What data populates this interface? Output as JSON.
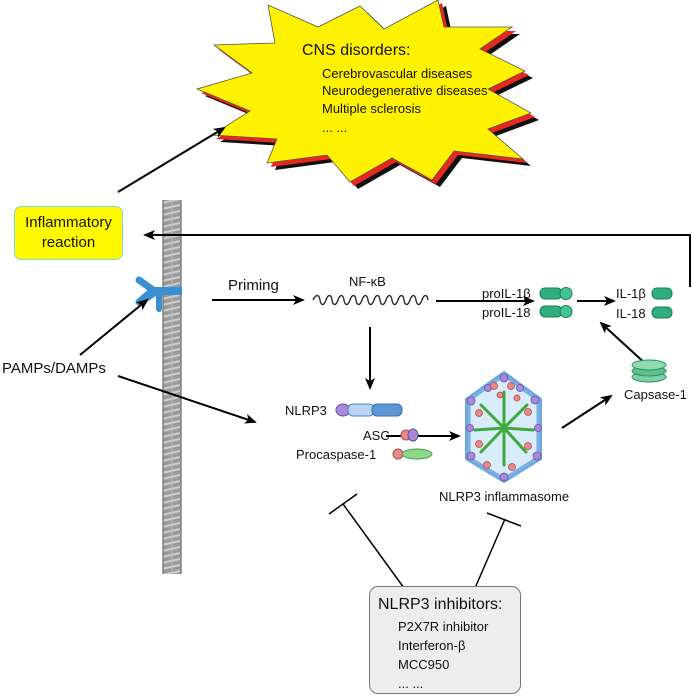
{
  "cns": {
    "title": "CNS disorders:",
    "items": [
      "Cerebrovascular diseases",
      "Neurodegenerative diseases",
      "Multiple sclerosis",
      "... ..."
    ]
  },
  "inflammatory_reaction": [
    "Inflammatory",
    "reaction"
  ],
  "pamps_damps": "PAMPs/DAMPs",
  "priming": "Priming",
  "nfkb": "NF-κB",
  "pro_il1b": "proIL-1β",
  "pro_il18": "proIL-18",
  "il1b": "IL-1β",
  "il18": "IL-18",
  "nlrp3": "NLRP3",
  "asc": "ASC",
  "procaspase1": "Procaspase-1",
  "inflammasome": "NLRP3 inflammasome",
  "capsase1": "Capsase-1",
  "inhibitors": {
    "title": "NLRP3 inhibitors:",
    "items": [
      "P2X7R inhibitor",
      "Interferon-β",
      "MCC950",
      "... ..."
    ]
  },
  "colors": {
    "burst_fill": "#fff200",
    "burst_red": "#e8281e",
    "burst_black": "#111111",
    "receptor": "#3a8fd0",
    "membrane": "#8c8c8c",
    "green_capsule": "#2fae7f",
    "nlrp3_blue": "#6aa6e0",
    "asc_purple": "#a98ad8",
    "inflammasome_green": "#3fa93f"
  }
}
